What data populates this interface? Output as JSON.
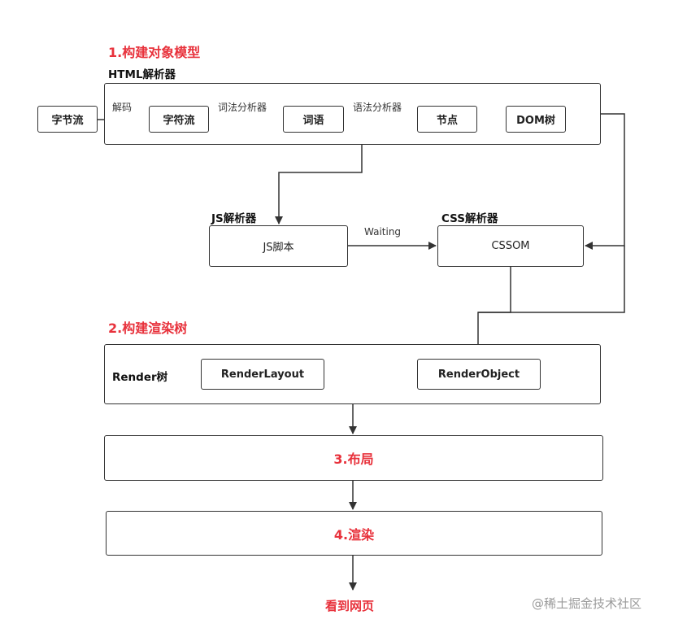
{
  "stage1": {
    "title": "1.构建对象模型",
    "html_parser": {
      "label": "HTML解析器",
      "nodes": [
        "字节流",
        "字符流",
        "词语",
        "节点",
        "DOM树"
      ],
      "edges": [
        "解码",
        "词法分析器",
        "语法分析器"
      ]
    },
    "js_parser": {
      "label": "JS解析器",
      "node": "JS脚本"
    },
    "css_parser": {
      "label": "CSS解析器",
      "node": "CSSOM"
    },
    "waiting_label": "Waiting"
  },
  "stage2": {
    "title": "2.构建渲染树",
    "render_tree": {
      "label": "Render树",
      "layout_node": "RenderLayout",
      "object_node": "RenderObject"
    }
  },
  "stage3": {
    "label": "3.布局"
  },
  "stage4": {
    "label": "4.渲染"
  },
  "result": {
    "label": "看到网页"
  },
  "watermark": "@稀土掘金技术社区",
  "colors": {
    "accent_red": "#e8323c",
    "stroke": "#333333"
  }
}
